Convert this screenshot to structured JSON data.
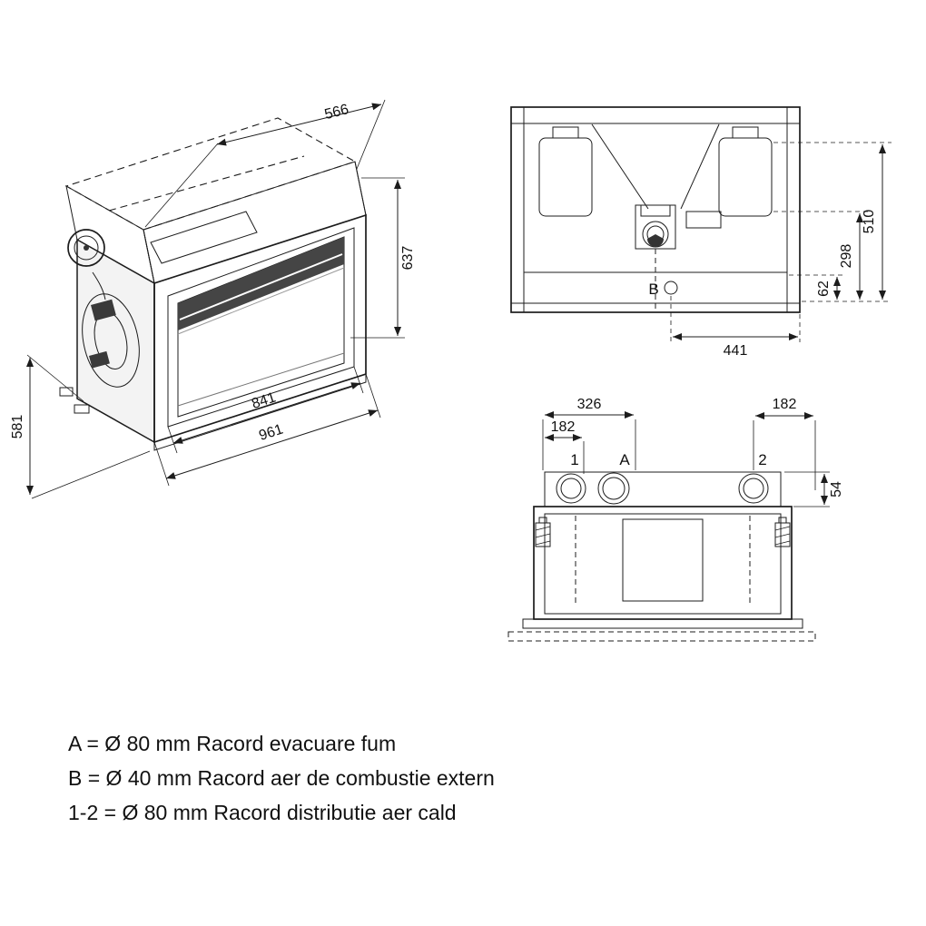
{
  "palette": {
    "ink": "#1c1c1c",
    "glass_dark": "#454545",
    "fill_light": "#f3f3f3"
  },
  "iso_view": {
    "dim_depth": "566",
    "dim_height": "637",
    "dim_height_left": "581",
    "dim_width_inner": "841",
    "dim_width_outer": "961"
  },
  "top_view": {
    "port_b_label": "B",
    "dim_depth_total": "510",
    "dim_depth_mid": "298",
    "dim_b_offset": "62",
    "dim_width_b": "441"
  },
  "front_view": {
    "port_1_label": "1",
    "port_a_label": "A",
    "port_2_label": "2",
    "dim_a_from_left": "326",
    "dim_1_from_left": "182",
    "dim_2_from_right": "182",
    "dim_band_height": "54"
  },
  "legend": {
    "line_a": "A = Ø 80 mm Racord evacuare fum",
    "line_b": "B = Ø 40 mm Racord aer de combustie extern",
    "line_12": "1-2 = Ø 80 mm Racord distributie aer cald"
  }
}
